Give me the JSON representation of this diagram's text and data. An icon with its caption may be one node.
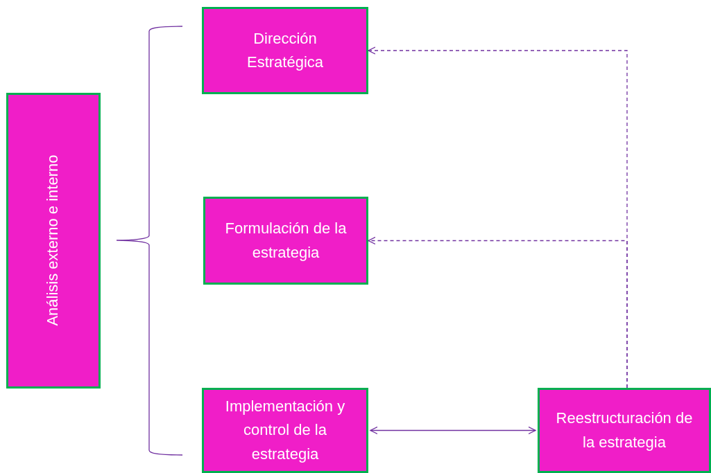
{
  "diagram": {
    "nodes": [
      {
        "text": [
          "Análisis externo e interno"
        ]
      },
      {
        "text": [
          "Dirección Estratégica"
        ]
      },
      {
        "text": [
          "Formulación de la estrategia"
        ]
      },
      {
        "text": [
          "Implementación y control de la estrategia"
        ]
      },
      {
        "text": [
          "Reestructuración de la estrategia"
        ]
      }
    ],
    "edges": [
      {
        "from": 4,
        "to": 1,
        "arrow": "to",
        "style": "dashed"
      },
      {
        "from": 4,
        "to": 2,
        "arrow": "to",
        "style": "dashed"
      },
      {
        "from": 3,
        "to": 4,
        "arrow": "both"
      }
    ]
  }
}
